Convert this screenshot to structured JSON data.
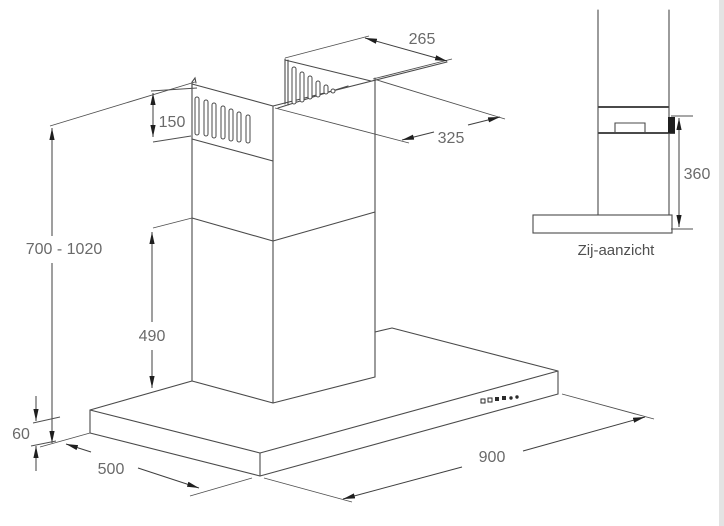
{
  "drawing": {
    "kind": "cooker-hood dimension drawing",
    "views": [
      "isometric-view",
      "side-view"
    ]
  },
  "labels": {
    "top_duct_depth": "265",
    "flue_width": "325",
    "upper_flue_band": "150",
    "height_range": "700 - 1020",
    "lower_flue_height": "490",
    "base_thickness": "60",
    "base_depth": "500",
    "base_width": "900",
    "side_height": "360"
  },
  "side_view": {
    "caption": "Zij-aanzicht"
  },
  "colors": {
    "line": "#4a4a4a",
    "text": "#6a6a6a",
    "arrow": "#1f1f1f",
    "background": "#ffffff",
    "page_edge": "#e3e3e3"
  }
}
